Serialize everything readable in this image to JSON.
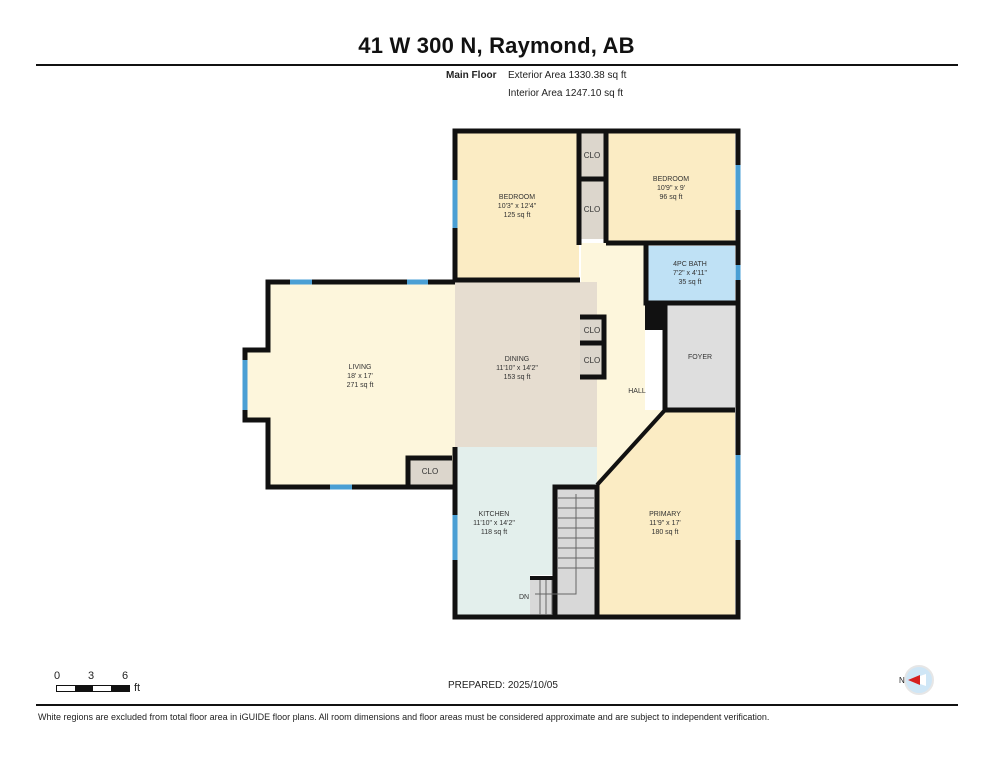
{
  "header": {
    "title": "41 W 300 N, Raymond, AB",
    "floor_name": "Main Floor",
    "exterior_area": "Exterior Area 1330.38 sq ft",
    "interior_area": "Interior Area 1247.10 sq ft"
  },
  "colors": {
    "wall": "#111111",
    "window": "#4a9fd4",
    "bedroom_fill": "#fbecc4",
    "living_fill": "#fdf6dc",
    "dining_fill": "#e6ddd0",
    "kitchen_fill": "#e3efec",
    "bath_fill": "#bfe1f5",
    "foyer_fill": "#dedede",
    "closet_fill": "#dcd6cc",
    "stair_fill": "#d8d8d8",
    "hall_fill": "#fdf6dc"
  },
  "rooms": [
    {
      "name": "BEDROOM",
      "dims": "10'3\" x 12'4\"",
      "area": "125 sq ft"
    },
    {
      "name": "BEDROOM",
      "dims": "10'9\" x 9'",
      "area": "96 sq ft"
    },
    {
      "name": "4PC BATH",
      "dims": "7'2\" x 4'11\"",
      "area": "35 sq ft"
    },
    {
      "name": "LIVING",
      "dims": "18' x 17'",
      "area": "271 sq ft"
    },
    {
      "name": "DINING",
      "dims": "11'10\" x 14'2\"",
      "area": "153 sq ft"
    },
    {
      "name": "KITCHEN",
      "dims": "11'10\" x 14'2\"",
      "area": "118 sq ft"
    },
    {
      "name": "PRIMARY",
      "dims": "11'9\" x 17'",
      "area": "180 sq ft"
    }
  ],
  "labels": {
    "foyer": "FOYER",
    "hall": "HALL",
    "closet": "CLO",
    "stairs_down": "DN"
  },
  "scale": {
    "ticks": [
      "0",
      "3",
      "6"
    ],
    "unit": "ft"
  },
  "compass": {
    "north_label": "N"
  },
  "footer": {
    "prepared": "PREPARED: 2025/10/05",
    "disclaimer": "White regions are excluded from total floor area in iGUIDE floor plans. All room dimensions and floor areas must be considered approximate and are subject to independent verification."
  }
}
